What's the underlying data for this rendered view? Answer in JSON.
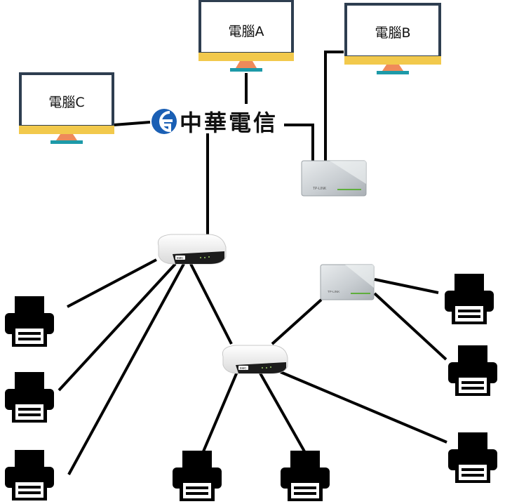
{
  "computers": {
    "a": {
      "label": "電腦A"
    },
    "b": {
      "label": "電腦B"
    },
    "c": {
      "label": "電腦C"
    }
  },
  "isp": {
    "name": "中華電信",
    "logo_icon": "cht-logo-icon"
  },
  "switch_brand": "TP-LINK",
  "router_brand": "SMC",
  "colors": {
    "monitor_border": "#2e3e50",
    "monitor_base": "#f2c94c",
    "monitor_stand": "#ef8a5a",
    "monitor_foot": "#1d9aa8",
    "line": "#000000",
    "logo_blue": "#1a5fb4"
  }
}
